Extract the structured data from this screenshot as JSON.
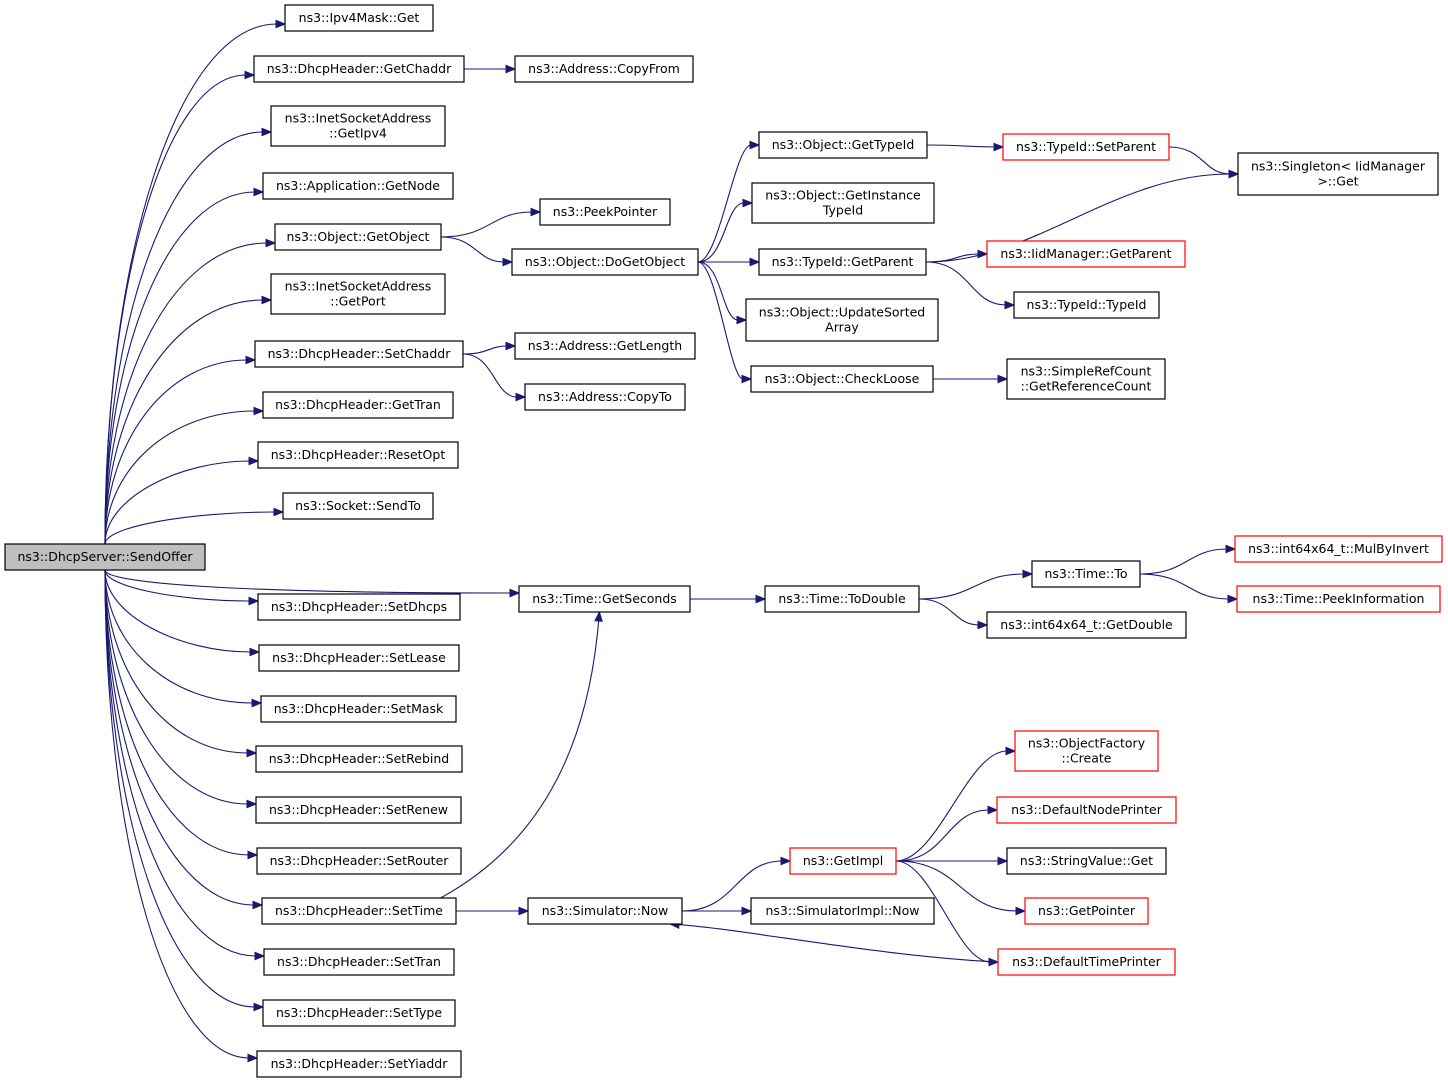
{
  "colors": {
    "edge": "#191970",
    "node_border": "#000000",
    "truncated_border": "#ff0000",
    "root_fill": "#bfbfbf",
    "node_fill": "#ffffff"
  },
  "nodes": [
    {
      "id": "root",
      "lines": [
        "ns3::DhcpServer::SendOffer"
      ],
      "style": "root"
    },
    {
      "id": "ipv4mask_get",
      "lines": [
        "ns3::Ipv4Mask::Get"
      ],
      "style": "normal"
    },
    {
      "id": "getchaddr",
      "lines": [
        "ns3::DhcpHeader::GetChaddr"
      ],
      "style": "normal"
    },
    {
      "id": "address_copyfrom",
      "lines": [
        "ns3::Address::CopyFrom"
      ],
      "style": "normal"
    },
    {
      "id": "inet_getipv4",
      "lines": [
        "ns3::InetSocketAddress",
        "::GetIpv4"
      ],
      "style": "normal"
    },
    {
      "id": "app_getnode",
      "lines": [
        "ns3::Application::GetNode"
      ],
      "style": "normal"
    },
    {
      "id": "obj_getobject",
      "lines": [
        "ns3::Object::GetObject"
      ],
      "style": "normal"
    },
    {
      "id": "peekpointer",
      "lines": [
        "ns3::PeekPointer"
      ],
      "style": "normal"
    },
    {
      "id": "obj_dogetobject",
      "lines": [
        "ns3::Object::DoGetObject"
      ],
      "style": "normal"
    },
    {
      "id": "inet_getport",
      "lines": [
        "ns3::InetSocketAddress",
        "::GetPort"
      ],
      "style": "normal"
    },
    {
      "id": "setchaddr",
      "lines": [
        "ns3::DhcpHeader::SetChaddr"
      ],
      "style": "normal"
    },
    {
      "id": "address_getlength",
      "lines": [
        "ns3::Address::GetLength"
      ],
      "style": "normal"
    },
    {
      "id": "address_copyto",
      "lines": [
        "ns3::Address::CopyTo"
      ],
      "style": "normal"
    },
    {
      "id": "gettran",
      "lines": [
        "ns3::DhcpHeader::GetTran"
      ],
      "style": "normal"
    },
    {
      "id": "resetopt",
      "lines": [
        "ns3::DhcpHeader::ResetOpt"
      ],
      "style": "normal"
    },
    {
      "id": "socket_sendto",
      "lines": [
        "ns3::Socket::SendTo"
      ],
      "style": "normal"
    },
    {
      "id": "setdhcps",
      "lines": [
        "ns3::DhcpHeader::SetDhcps"
      ],
      "style": "normal"
    },
    {
      "id": "setlease",
      "lines": [
        "ns3::DhcpHeader::SetLease"
      ],
      "style": "normal"
    },
    {
      "id": "setmask",
      "lines": [
        "ns3::DhcpHeader::SetMask"
      ],
      "style": "normal"
    },
    {
      "id": "setrebind",
      "lines": [
        "ns3::DhcpHeader::SetRebind"
      ],
      "style": "normal"
    },
    {
      "id": "setrenew",
      "lines": [
        "ns3::DhcpHeader::SetRenew"
      ],
      "style": "normal"
    },
    {
      "id": "setrouter",
      "lines": [
        "ns3::DhcpHeader::SetRouter"
      ],
      "style": "normal"
    },
    {
      "id": "settime",
      "lines": [
        "ns3::DhcpHeader::SetTime"
      ],
      "style": "normal"
    },
    {
      "id": "settran",
      "lines": [
        "ns3::DhcpHeader::SetTran"
      ],
      "style": "normal"
    },
    {
      "id": "settype",
      "lines": [
        "ns3::DhcpHeader::SetType"
      ],
      "style": "normal"
    },
    {
      "id": "setyiaddr",
      "lines": [
        "ns3::DhcpHeader::SetYiaddr"
      ],
      "style": "normal"
    },
    {
      "id": "time_getseconds",
      "lines": [
        "ns3::Time::GetSeconds"
      ],
      "style": "normal"
    },
    {
      "id": "time_todouble",
      "lines": [
        "ns3::Time::ToDouble"
      ],
      "style": "normal"
    },
    {
      "id": "time_to",
      "lines": [
        "ns3::Time::To"
      ],
      "style": "normal"
    },
    {
      "id": "int64_getdouble",
      "lines": [
        "ns3::int64x64_t::GetDouble"
      ],
      "style": "normal"
    },
    {
      "id": "int64_mulbyinvert",
      "lines": [
        "ns3::int64x64_t::MulByInvert"
      ],
      "style": "truncated"
    },
    {
      "id": "time_peekinformation",
      "lines": [
        "ns3::Time::PeekInformation"
      ],
      "style": "truncated"
    },
    {
      "id": "obj_gettypeid",
      "lines": [
        "ns3::Object::GetTypeId"
      ],
      "style": "normal"
    },
    {
      "id": "obj_getinstancetypeid",
      "lines": [
        "ns3::Object::GetInstance",
        "TypeId"
      ],
      "style": "normal"
    },
    {
      "id": "typeid_getparent",
      "lines": [
        "ns3::TypeId::GetParent"
      ],
      "style": "normal"
    },
    {
      "id": "obj_updatesorted",
      "lines": [
        "ns3::Object::UpdateSorted",
        "Array"
      ],
      "style": "normal"
    },
    {
      "id": "obj_checkloose",
      "lines": [
        "ns3::Object::CheckLoose"
      ],
      "style": "normal"
    },
    {
      "id": "typeid_setparent",
      "lines": [
        "ns3::TypeId::SetParent"
      ],
      "style": "truncated"
    },
    {
      "id": "singleton_get",
      "lines": [
        "ns3::Singleton< IidManager",
        " >::Get"
      ],
      "style": "normal"
    },
    {
      "id": "iidmanager_getparent",
      "lines": [
        "ns3::IidManager::GetParent"
      ],
      "style": "truncated"
    },
    {
      "id": "typeid_typeid",
      "lines": [
        "ns3::TypeId::TypeId"
      ],
      "style": "normal"
    },
    {
      "id": "simplerefcount",
      "lines": [
        "ns3::SimpleRefCount",
        "::GetReferenceCount"
      ],
      "style": "normal"
    },
    {
      "id": "simulator_now",
      "lines": [
        "ns3::Simulator::Now"
      ],
      "style": "normal"
    },
    {
      "id": "getimpl",
      "lines": [
        "ns3::GetImpl"
      ],
      "style": "truncated"
    },
    {
      "id": "simulatorimpl_now",
      "lines": [
        "ns3::SimulatorImpl::Now"
      ],
      "style": "normal"
    },
    {
      "id": "objectfactory_create",
      "lines": [
        "ns3::ObjectFactory",
        "::Create"
      ],
      "style": "truncated"
    },
    {
      "id": "defaultnodeprinter",
      "lines": [
        "ns3::DefaultNodePrinter"
      ],
      "style": "truncated"
    },
    {
      "id": "stringvalue_get",
      "lines": [
        "ns3::StringValue::Get"
      ],
      "style": "normal"
    },
    {
      "id": "getpointer",
      "lines": [
        "ns3::GetPointer"
      ],
      "style": "truncated"
    },
    {
      "id": "defaulttimeprinter",
      "lines": [
        "ns3::DefaultTimePrinter"
      ],
      "style": "truncated"
    }
  ],
  "edges": [
    [
      "root",
      "ipv4mask_get"
    ],
    [
      "root",
      "getchaddr"
    ],
    [
      "root",
      "inet_getipv4"
    ],
    [
      "root",
      "app_getnode"
    ],
    [
      "root",
      "obj_getobject"
    ],
    [
      "root",
      "inet_getport"
    ],
    [
      "root",
      "setchaddr"
    ],
    [
      "root",
      "gettran"
    ],
    [
      "root",
      "resetopt"
    ],
    [
      "root",
      "socket_sendto"
    ],
    [
      "root",
      "time_getseconds"
    ],
    [
      "root",
      "setdhcps"
    ],
    [
      "root",
      "setlease"
    ],
    [
      "root",
      "setmask"
    ],
    [
      "root",
      "setrebind"
    ],
    [
      "root",
      "setrenew"
    ],
    [
      "root",
      "setrouter"
    ],
    [
      "root",
      "settime"
    ],
    [
      "root",
      "settran"
    ],
    [
      "root",
      "settype"
    ],
    [
      "root",
      "setyiaddr"
    ],
    [
      "getchaddr",
      "address_copyfrom"
    ],
    [
      "obj_getobject",
      "peekpointer"
    ],
    [
      "obj_getobject",
      "obj_dogetobject"
    ],
    [
      "obj_dogetobject",
      "obj_gettypeid"
    ],
    [
      "obj_dogetobject",
      "obj_getinstancetypeid"
    ],
    [
      "obj_dogetobject",
      "typeid_getparent"
    ],
    [
      "obj_dogetobject",
      "obj_updatesorted"
    ],
    [
      "obj_dogetobject",
      "obj_checkloose"
    ],
    [
      "obj_gettypeid",
      "typeid_setparent"
    ],
    [
      "typeid_setparent",
      "singleton_get"
    ],
    [
      "typeid_getparent",
      "singleton_get"
    ],
    [
      "typeid_getparent",
      "iidmanager_getparent"
    ],
    [
      "typeid_getparent",
      "typeid_typeid"
    ],
    [
      "obj_checkloose",
      "simplerefcount"
    ],
    [
      "setchaddr",
      "address_getlength"
    ],
    [
      "setchaddr",
      "address_copyto"
    ],
    [
      "time_getseconds",
      "time_todouble"
    ],
    [
      "time_todouble",
      "time_to"
    ],
    [
      "time_todouble",
      "int64_getdouble"
    ],
    [
      "time_to",
      "int64_mulbyinvert"
    ],
    [
      "time_to",
      "time_peekinformation"
    ],
    [
      "settime",
      "time_getseconds"
    ],
    [
      "settime",
      "simulator_now"
    ],
    [
      "simulator_now",
      "getimpl"
    ],
    [
      "simulator_now",
      "simulatorimpl_now"
    ],
    [
      "getimpl",
      "objectfactory_create"
    ],
    [
      "getimpl",
      "defaultnodeprinter"
    ],
    [
      "getimpl",
      "stringvalue_get"
    ],
    [
      "getimpl",
      "getpointer"
    ],
    [
      "getimpl",
      "defaulttimeprinter"
    ],
    [
      "defaulttimeprinter",
      "simulator_now"
    ]
  ]
}
